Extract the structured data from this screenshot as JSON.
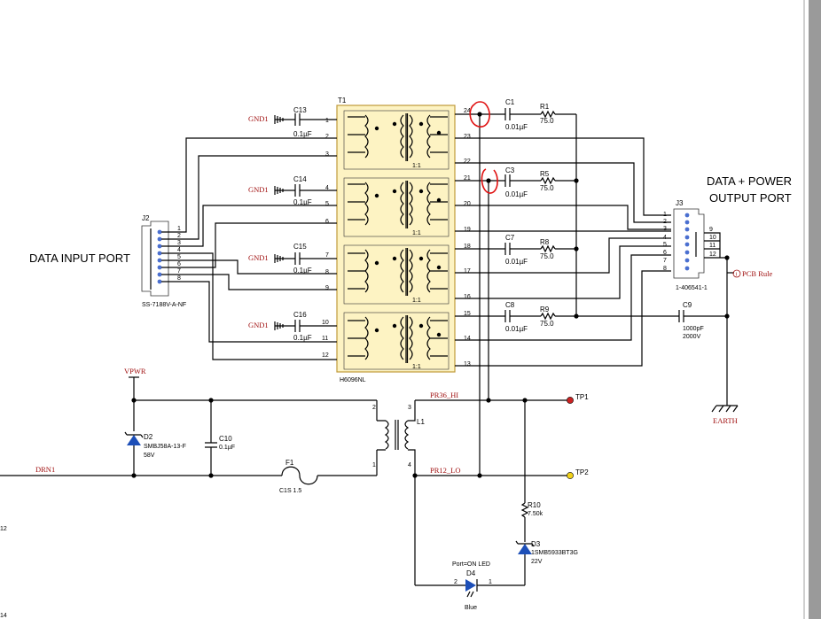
{
  "labels": {
    "data_input_port": "DATA INPUT PORT",
    "data_power_output_port_1": "DATA + POWER",
    "data_power_output_port_2": "OUTPUT PORT",
    "t1": "T1",
    "t1_part": "H6096NL",
    "j2": "J2",
    "j2_part": "SS-7188V-A-NF",
    "j3": "J3",
    "j3_part": "1-406541-1",
    "gnd": "GND1",
    "c13": "C13",
    "c14": "C14",
    "c15": "C15",
    "c16": "C16",
    "cap_01uf": "0.1µF",
    "c1": "C1",
    "c3": "C3",
    "c7": "C7",
    "c8": "C8",
    "cap_001uf": "0.01µF",
    "r1": "R1",
    "r5": "R5",
    "r8": "R8",
    "r9": "R9",
    "res_75": "75.0",
    "c9": "C9",
    "c9_val1": "1000pF",
    "c9_val2": "2000V",
    "pcb_rule": "PCB Rule",
    "earth": "EARTH",
    "vpwr": "VPWR",
    "d2": "D2",
    "d2_part": "SMBJ58A-13-F",
    "d2_val": "58V",
    "c10": "C10",
    "c10_val": "0.1µF",
    "drn1": "DRN1",
    "f1": "F1",
    "f1_part": "C1S 1.5",
    "l1": "L1",
    "pr36": "PR36_HI",
    "pr12": "PR12_LO",
    "tp1": "TP1",
    "tp2": "TP2",
    "r10": "R10",
    "r10_val": "7.50k",
    "d3": "D3",
    "d3_part": "1SMB5933BT3G",
    "d3_val": "22V",
    "d4": "D4",
    "d4_note": "Port=ON LED",
    "d4_color": "Blue",
    "ratio": "1:1",
    "left_num_12": "12",
    "left_num_14": "14"
  },
  "pins": {
    "t1_left": [
      "1",
      "2",
      "3",
      "4",
      "5",
      "6",
      "7",
      "8",
      "9",
      "10",
      "11",
      "12"
    ],
    "t1_right": [
      "24",
      "23",
      "22",
      "21",
      "20",
      "19",
      "18",
      "17",
      "16",
      "15",
      "14",
      "13"
    ],
    "j2": [
      "1",
      "2",
      "3",
      "4",
      "5",
      "6",
      "7",
      "8"
    ],
    "j3_left": [
      "1",
      "2",
      "3",
      "4",
      "5",
      "6",
      "7",
      "8"
    ],
    "j3_right": [
      "9",
      "10",
      "11",
      "12"
    ],
    "l1": [
      "2",
      "3",
      "1",
      "4"
    ],
    "d4": [
      "2",
      "1"
    ]
  },
  "colors": {
    "wire": "#000000",
    "net_label": "#a01010",
    "transformer_fill": "#fdf3c3",
    "transformer_border": "#c09a3a",
    "diode_blue": "#1d4fb8",
    "tp1_red": "#cc2222",
    "tp2_yellow": "#f2d21a",
    "annotation_red": "#e01010"
  }
}
